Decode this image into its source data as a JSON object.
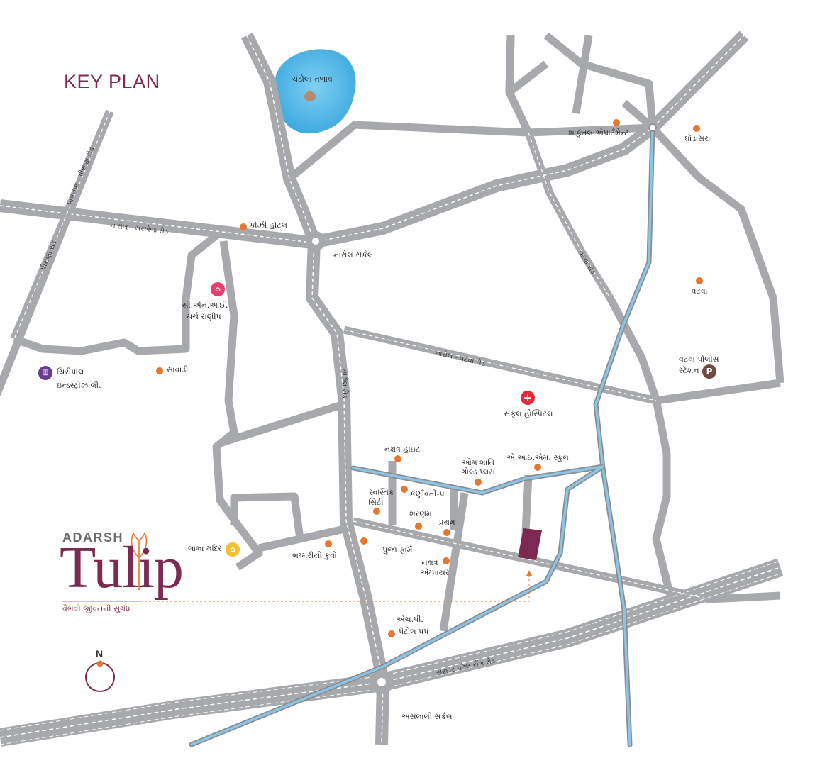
{
  "title": "KEY PLAN",
  "lake_label": "ચંડોલા તળાવ",
  "roads": {
    "narol_sarkhej": "નારોલ - સરખેજ રોડ",
    "piplaj_pirana": "પીપલજ - પીરાણા રોડ",
    "pirana": "પીરાણા રોડ",
    "narol": "નારોલ રોડ",
    "narol_vatva": "નારોલ - વટવા રોડ",
    "vatva": "વટવા રોડ",
    "sardar_patel_ring": "સરદાર પટેલ રીંગ રોડ"
  },
  "places": {
    "chandola_hotel": "કોઝી હોટલ",
    "narol_circle": "નારોલ સર્કલ",
    "shakuntal": "શાકુંતલ એપાર્ટમેન્ટ",
    "ghodasar": "ઘોડાસર",
    "vatva": "વટવા",
    "vatva_police_1": "વટવા પોલીસ",
    "vatva_police_2": "સ્ટેશન",
    "safal_hospital": "સફલ હોસ્પિટલ",
    "cni_church_1": "સી.એન.આઈ.",
    "cni_church_2": "ચર્ચ રાણીપ",
    "chiripal_1": "ચિરીપાલ",
    "chiripal_2": "ઇન્ડસ્ટ્રીઝ લી.",
    "savadi": "સાવાડી",
    "nakshatra_height": "નક્ષત્ર હાઇટ",
    "om_shanti_1": "ઓમ શાંતિ",
    "om_shanti_2": "ગોલ્ડ પ્લસ",
    "aim_school": "એ.આઇ.એમ. સ્કુલ",
    "swastik_1": "સ્વસ્તિક",
    "swastik_2": "સિટી",
    "karnavati": "કર્ણાવતી-૫",
    "sharnam": "શરણમ",
    "pratham": "પ્રથમ",
    "lambha_mandir": "લાંભા મંદિર",
    "bhammariyo_kuvo": "ભમ્મરીયો કુવો",
    "puja_farm": "પુજા ફાર્મ",
    "nakshatra_empire_1": "નક્ષત્ર",
    "nakshatra_empire_2": "એમ્પાયર",
    "hp_pump_1": "એચ.પી.",
    "hp_pump_2": "પેટ્રોલ પંપ",
    "aslali_circle": "અસલાલી સર્કલ"
  },
  "icons": {
    "church": "church-icon",
    "factory": "factory-icon",
    "hospital": "hospital-cross-icon",
    "parking": "parking-icon",
    "temple": "temple-icon",
    "poi": "poi-dot-icon",
    "site": "site-marker",
    "tulip": "tulip-logo-icon"
  },
  "brand": {
    "top": "ADARSH",
    "main": "Tulip",
    "tagline": "વૈભવી જીવનની સુગંધ"
  },
  "compass": "N",
  "colors": {
    "road": "#a7a9ac",
    "road_line": "#ffffff",
    "water": "#55b8e6",
    "rail": "#8cc4e6",
    "accent": "#7d2a52",
    "poi": "#e8772e"
  }
}
